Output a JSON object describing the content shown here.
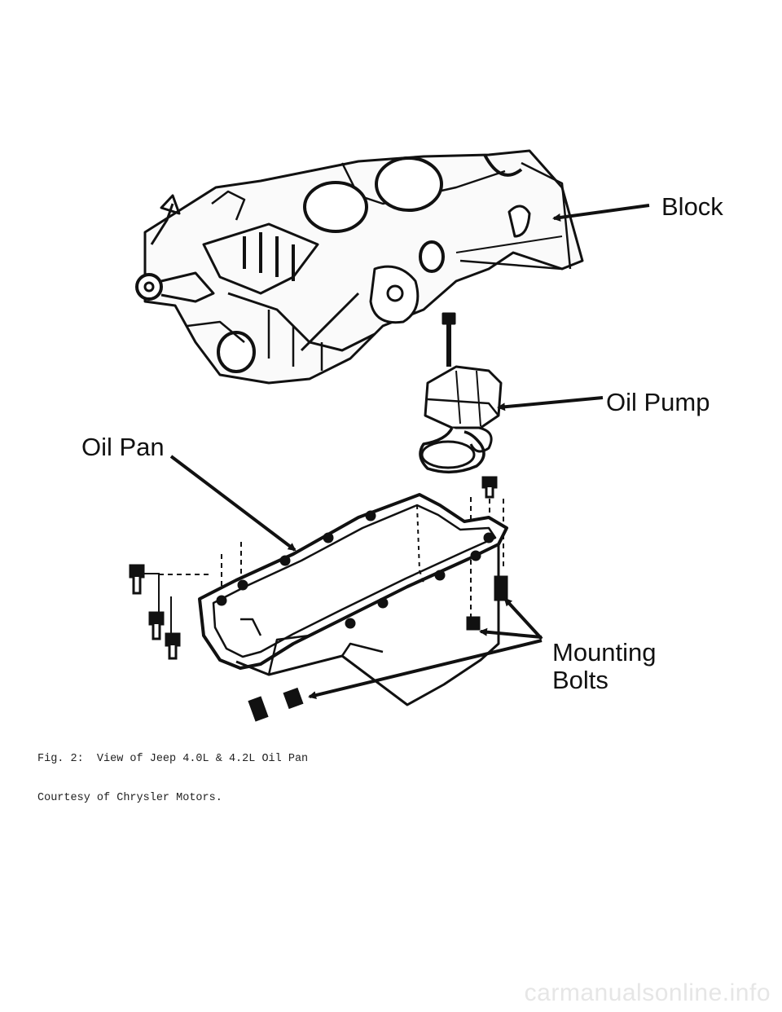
{
  "labels": {
    "block": "Block",
    "oil_pump": "Oil Pump",
    "oil_pan": "Oil Pan",
    "mounting_bolts_line1": "Mounting",
    "mounting_bolts_line2": "Bolts"
  },
  "caption": {
    "line1": "Fig. 2:  View of Jeep 4.0L & 4.2L Oil Pan",
    "line2": "Courtesy of Chrysler Motors."
  },
  "watermark": "carmanualsonline.info",
  "colors": {
    "ink": "#111111",
    "background": "#ffffff",
    "watermark": "#e6e6e6"
  }
}
